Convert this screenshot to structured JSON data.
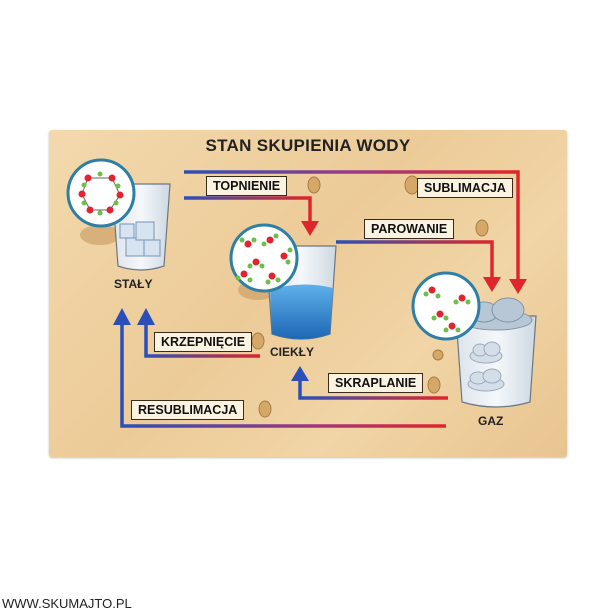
{
  "title": "STAN SKUPIENIA WODY",
  "states": {
    "solid": "STAŁY",
    "liquid": "CIEKŁY",
    "gas": "GAZ"
  },
  "transitions": {
    "melting": "TOPNIENIE",
    "sublimation": "SUBLIMACJA",
    "evaporation": "PAROWANIE",
    "freezing": "KRZEPNIĘCIE",
    "condensation": "SKRAPLANIE",
    "deposition": "RESUBLIMACJA"
  },
  "footer": "WWW.SKUMAJTO.PL",
  "colors": {
    "hot": "#e0262b",
    "cold": "#2b4fb8",
    "water": "#2f86d0",
    "oxygen": "#e02530",
    "hydrogen": "#6cc04a"
  }
}
